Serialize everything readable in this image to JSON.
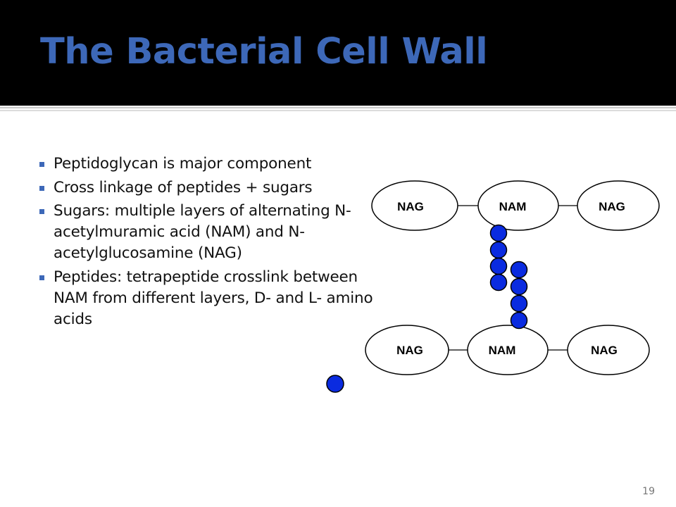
{
  "slide": {
    "title": "The Bacterial Cell Wall",
    "page_number": "19",
    "bullets": [
      "Peptidoglycan is major component",
      "Cross linkage of peptides + sugars",
      "Sugars: multiple layers  of alternating N-acetylmuramic acid (NAM) and N-acetylglucosamine (NAG)",
      "Peptides: tetrapeptide crosslink between NAM from different layers, D- and L- amino acids"
    ]
  },
  "diagram": {
    "top_row": [
      "NAG",
      "NAM",
      "NAG"
    ],
    "bottom_row": [
      "NAG",
      "NAM",
      "NAG"
    ],
    "peptide_chain_left_count": 4,
    "peptide_chain_right_count": 4
  },
  "colors": {
    "title_blue": "#3d68b8",
    "amino_acid_blue": "#0a2be0",
    "header_black": "#000000"
  }
}
